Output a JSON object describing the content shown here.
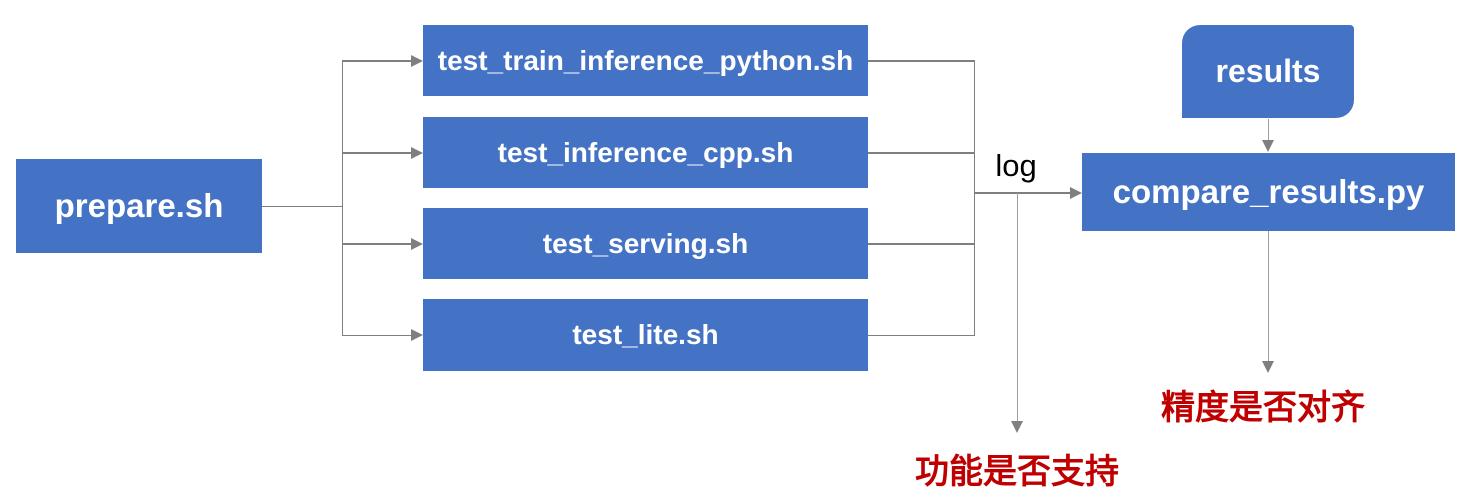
{
  "diagram": {
    "nodes": {
      "prepare": {
        "label": "prepare.sh"
      },
      "tests": [
        {
          "label": "test_train_inference_python.sh"
        },
        {
          "label": "test_inference_cpp.sh"
        },
        {
          "label": "test_serving.sh"
        },
        {
          "label": "test_lite.sh"
        }
      ],
      "results": {
        "label": "results"
      },
      "compare": {
        "label": "compare_results.py"
      }
    },
    "edge_labels": {
      "log": "log"
    },
    "outcomes": {
      "function_supported": "功能是否支持",
      "precision_aligned": "精度是否对齐"
    },
    "colors": {
      "node_fill": "#4472C4",
      "node_text": "#FFFFFF",
      "connector": "#7F7F7F",
      "connector_light": "#9E9E9E",
      "edge_label_text": "#000000",
      "outcome_text": "#C00000",
      "background": "#FFFFFF"
    }
  }
}
